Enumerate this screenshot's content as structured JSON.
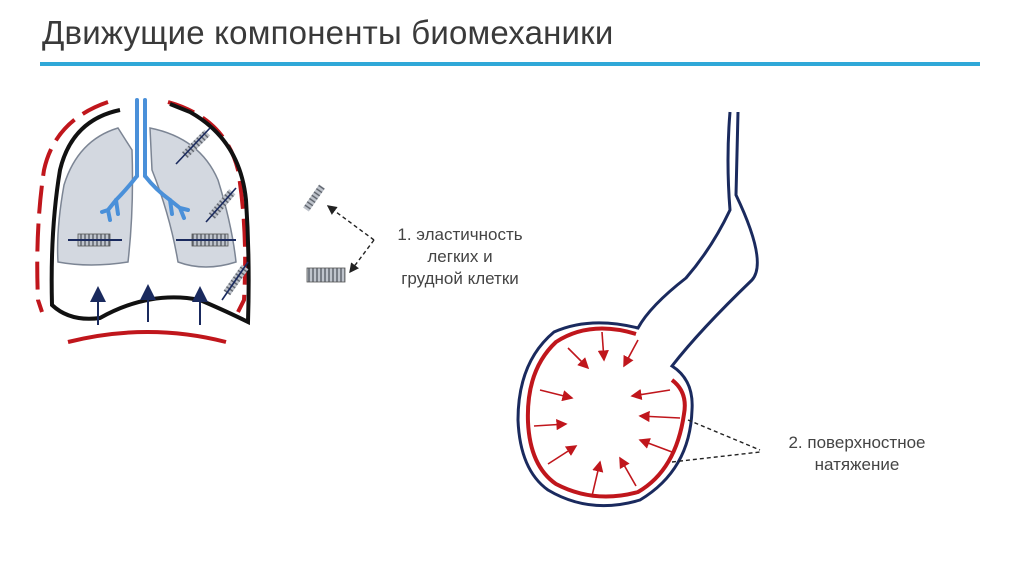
{
  "slide": {
    "title": "Движущие компоненты биомеханики"
  },
  "labels": {
    "elasticity": [
      "1. эластичность",
      "легких и",
      "грудной клетки"
    ],
    "surface_tension": [
      "2. поверхностное",
      "натяжение"
    ]
  },
  "colors": {
    "accent_rule": "#2fa8d8",
    "red": "#c0161c",
    "navy": "#1a2a5e",
    "bronchi": "#4a90d9",
    "lung_fill": "#d3d8e0"
  }
}
